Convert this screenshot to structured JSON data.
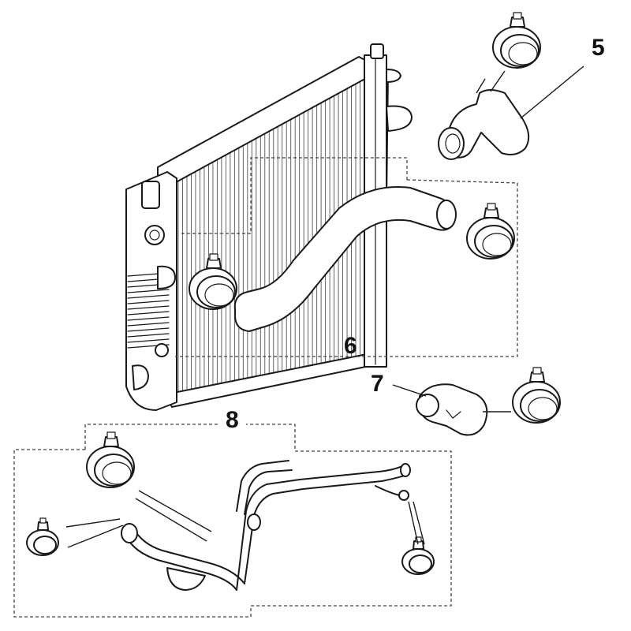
{
  "labels": {
    "part5": "5",
    "part6": "6",
    "part7": "7",
    "part8": "8"
  }
}
